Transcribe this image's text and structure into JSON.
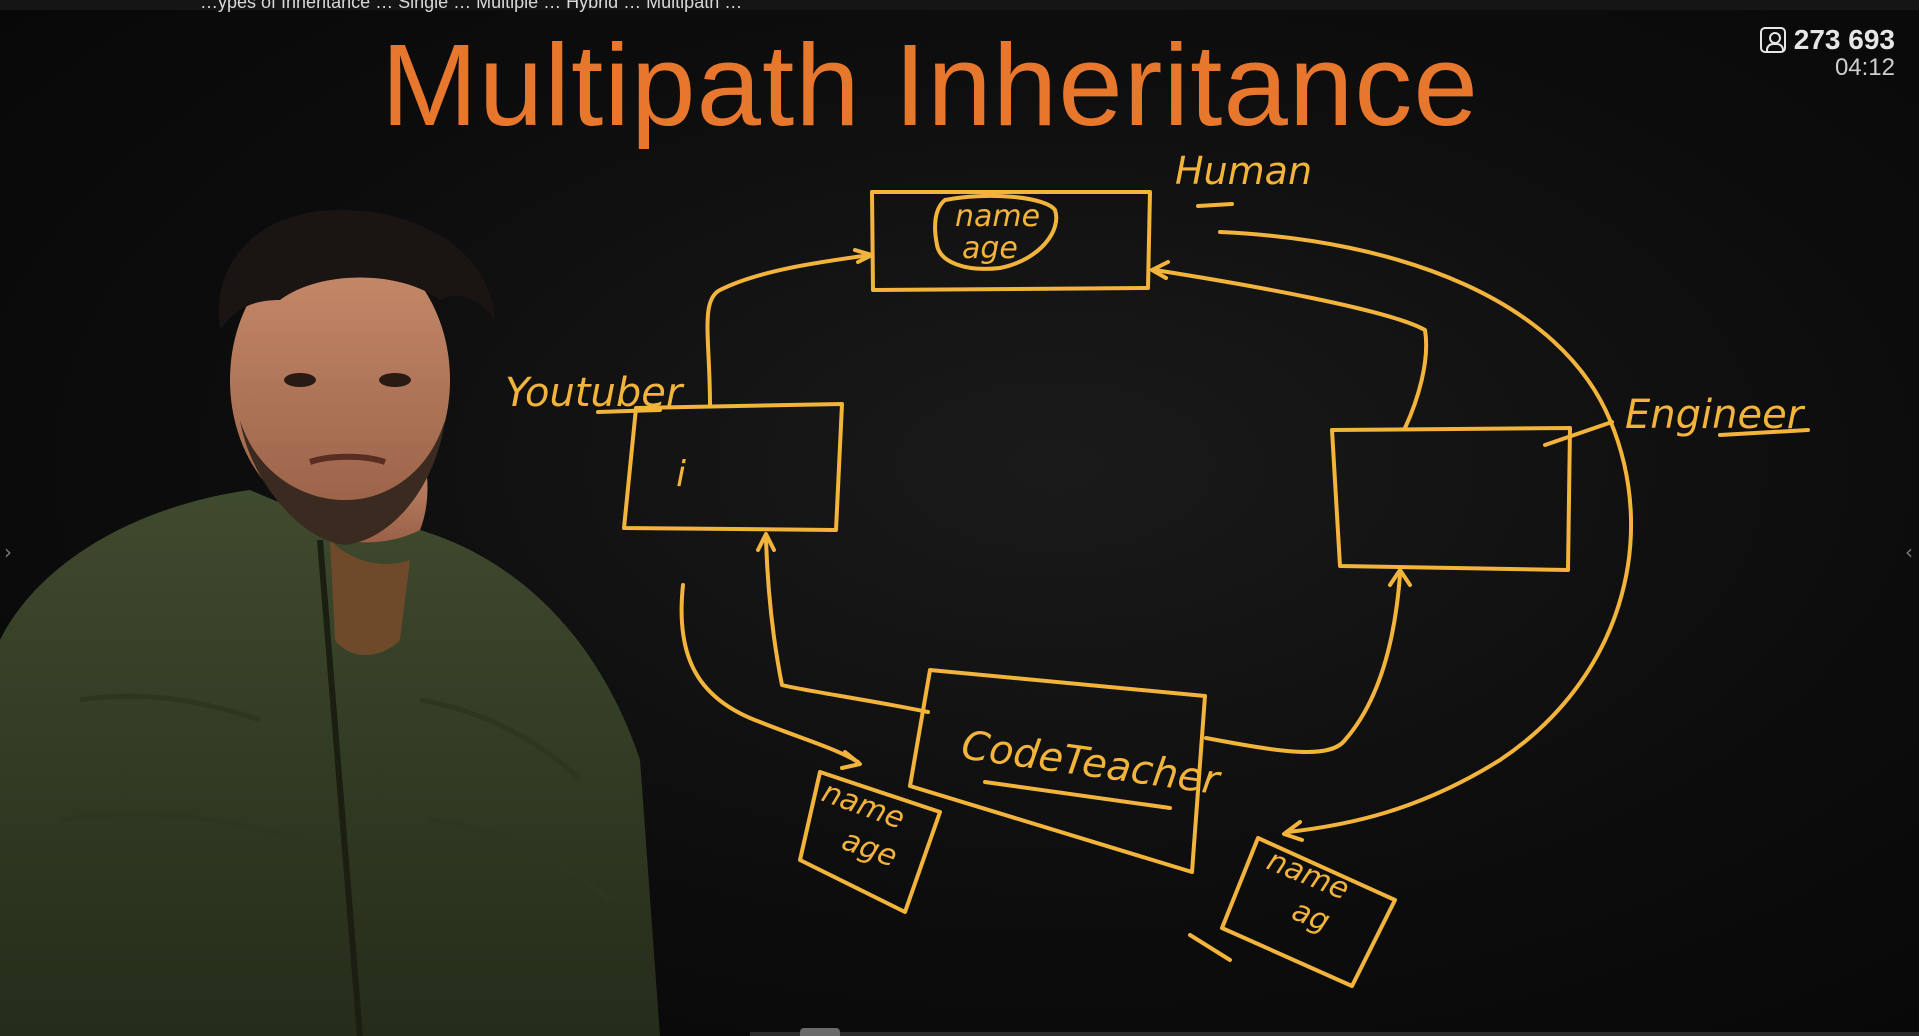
{
  "top_caption": "…ypes of Inheritance … Single … Multiple … Hybrid … Multipath …",
  "title": "Multipath Inheritance",
  "stats": {
    "viewers": "273 693",
    "time": "04:12",
    "icon": "people-icon"
  },
  "board": {
    "labels": {
      "human": "Human",
      "youtuber": "Youtuber",
      "engineer": "Engineer",
      "code_teacher": "CodeTeacher"
    },
    "human_box": {
      "line1": "name",
      "line2": "age"
    },
    "youtuber_box": {
      "mark": "i"
    },
    "left_copy": {
      "line1": "name",
      "line2": "age"
    },
    "right_copy": {
      "line1": "name",
      "line2": "ag"
    }
  },
  "colors": {
    "title": "#e8772e",
    "chalk": "#f3b43c",
    "background": "#0b0b0b"
  }
}
